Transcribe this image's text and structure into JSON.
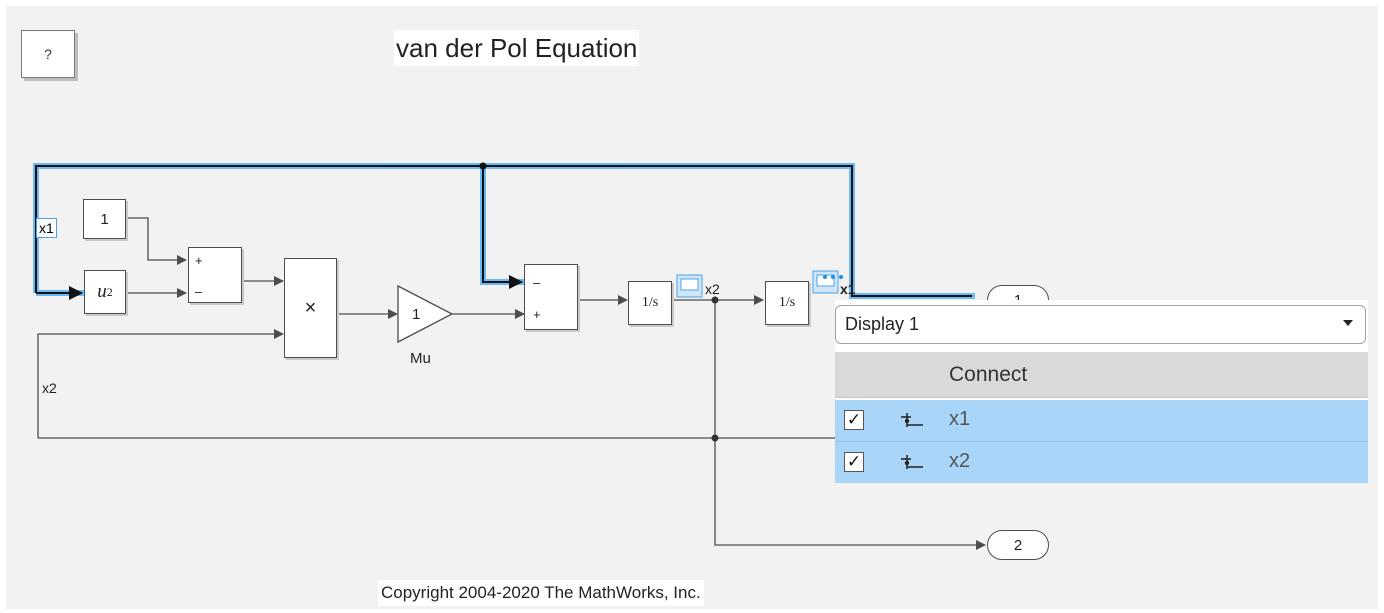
{
  "title": "van der Pol Equation",
  "help_button_label": "?",
  "copyright": "Copyright 2004-2020 The MathWorks, Inc.",
  "blocks": {
    "constant_value": "1",
    "square_base": "u",
    "square_exp": "2",
    "sum1_plus": "+",
    "sum1_minus": "–",
    "product_symbol": "×",
    "gain_value": "1",
    "gain_name": "Mu",
    "sum2_minus": "–",
    "sum2_plus": "+",
    "integrator1": "1/s",
    "integrator2": "1/s",
    "outport1": "1",
    "outport2": "2"
  },
  "signals": {
    "x1_left": "x1",
    "x2_left": "x2",
    "x2_mid": "x2",
    "x1_right": "x1"
  },
  "popup": {
    "selected": "Display 1",
    "column_header": "Connect",
    "rows": [
      {
        "checked": "✓",
        "name": "x1"
      },
      {
        "checked": "✓",
        "name": "x2"
      }
    ]
  },
  "colors": {
    "highlight": "#1f8fe8",
    "row_selected": "#a9d6f8",
    "canvas": "#f2f2f2"
  }
}
